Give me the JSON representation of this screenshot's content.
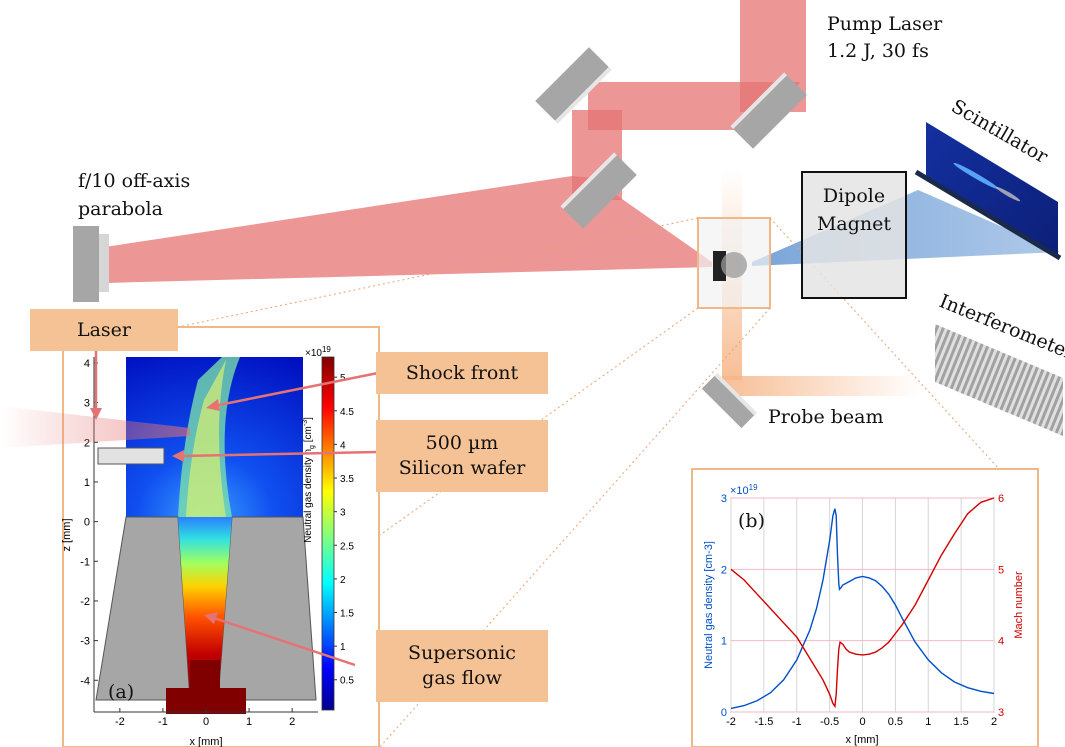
{
  "labels": {
    "pump_laser_line1": "Pump Laser",
    "pump_laser_line2": "1.2 J, 30 fs",
    "parabola_line1": "f/10 off-axis",
    "parabola_line2": "parabola",
    "dipole_line1": "Dipole",
    "dipole_line2": "Magnet",
    "scintillator": "Scintillator",
    "interferometer": "Interferometer",
    "probe_beam": "Probe beam"
  },
  "callouts": {
    "laser": "Laser",
    "shock_front": "Shock front",
    "wafer_line1": "500 µm",
    "wafer_line2": "Silicon wafer",
    "supersonic_line1": "Supersonic",
    "supersonic_line2": "gas flow"
  },
  "panel_a": {
    "tag": "(a)",
    "xlabel": "x [mm]",
    "ylabel": "z [mm]",
    "xticks": [
      "-2",
      "-1",
      "0",
      "1",
      "2"
    ],
    "yticks": [
      "4",
      "3",
      "2",
      "1",
      "0",
      "-1",
      "-2",
      "-3",
      "-4"
    ],
    "colorbar_label": "Neutral gas density n",
    "colorbar_label_sub": "g",
    "colorbar_label_unit": " [cm",
    "colorbar_label_sup": "-3",
    "colorbar_label_close": "]",
    "colorbar_exp_base": "×10",
    "colorbar_exp": "19",
    "colorbar_ticks": [
      "5",
      "4.5",
      "4",
      "3.5",
      "3",
      "2.5",
      "2",
      "1.5",
      "1",
      "0.5"
    ],
    "colors": {
      "low": "#0000c8",
      "high": "#800000",
      "nozzle": "#a6a6a6"
    }
  },
  "chart_data": {
    "type": "line",
    "tag": "(b)",
    "xlabel": "x [mm]",
    "ylabel_left": "Neutral gas density [cm-3]",
    "ylabel_right": "Mach number",
    "left_exponent": "×10",
    "left_exponent_power": "19",
    "xlim": [
      -2,
      2
    ],
    "ylim_left": [
      0,
      3
    ],
    "ylim_right": [
      3,
      6
    ],
    "xticks": [
      "-2",
      "-1.5",
      "-1",
      "-0.5",
      "0",
      "0.5",
      "1",
      "1.5",
      "2"
    ],
    "yticks_left": [
      "0",
      "1",
      "2",
      "3"
    ],
    "yticks_right": [
      "3",
      "4",
      "5",
      "6"
    ],
    "grid": true,
    "series": [
      {
        "axis": "left",
        "color": "#0050c8",
        "x": [
          -2,
          -1.8,
          -1.6,
          -1.4,
          -1.2,
          -1.0,
          -0.8,
          -0.7,
          -0.6,
          -0.5,
          -0.45,
          -0.42,
          -0.4,
          -0.38,
          -0.36,
          -0.35,
          -0.33,
          -0.3,
          -0.2,
          -0.1,
          0,
          0.1,
          0.2,
          0.3,
          0.4,
          0.5,
          0.6,
          0.8,
          1.0,
          1.2,
          1.4,
          1.6,
          1.8,
          2.0
        ],
        "y": [
          0.05,
          0.09,
          0.16,
          0.27,
          0.45,
          0.73,
          1.15,
          1.45,
          1.85,
          2.4,
          2.75,
          2.85,
          2.75,
          2.2,
          1.8,
          1.72,
          1.74,
          1.78,
          1.83,
          1.88,
          1.9,
          1.88,
          1.84,
          1.76,
          1.65,
          1.5,
          1.32,
          0.98,
          0.73,
          0.55,
          0.42,
          0.34,
          0.29,
          0.26
        ]
      },
      {
        "axis": "right",
        "color": "#d00000",
        "x": [
          -2,
          -1.8,
          -1.6,
          -1.4,
          -1.2,
          -1.0,
          -0.8,
          -0.6,
          -0.5,
          -0.45,
          -0.42,
          -0.4,
          -0.38,
          -0.36,
          -0.34,
          -0.3,
          -0.25,
          -0.2,
          -0.1,
          0,
          0.1,
          0.2,
          0.3,
          0.4,
          0.5,
          0.6,
          0.8,
          1.0,
          1.2,
          1.4,
          1.6,
          1.8,
          2.0
        ],
        "y": [
          5.0,
          4.85,
          4.65,
          4.45,
          4.25,
          4.05,
          3.75,
          3.45,
          3.25,
          3.12,
          3.08,
          3.25,
          3.6,
          3.88,
          3.98,
          3.95,
          3.88,
          3.84,
          3.81,
          3.8,
          3.81,
          3.84,
          3.9,
          3.98,
          4.1,
          4.22,
          4.5,
          4.85,
          5.2,
          5.5,
          5.78,
          5.94,
          6.0
        ]
      }
    ]
  }
}
